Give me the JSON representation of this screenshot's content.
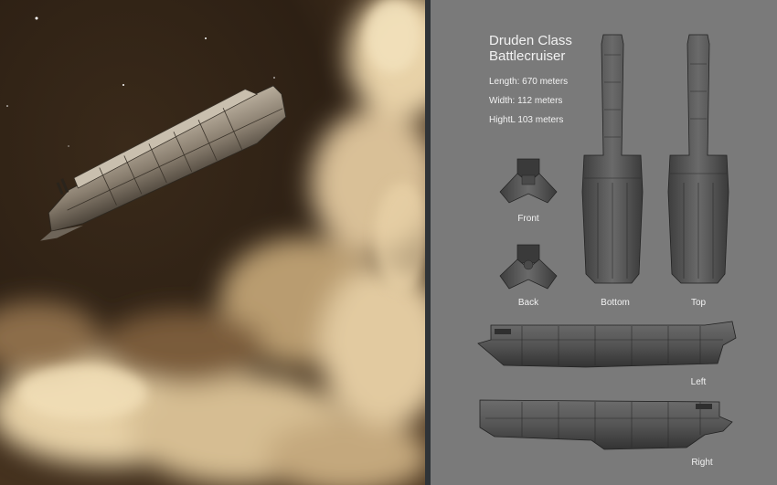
{
  "spec_sheet": {
    "title_line1": "Druden Class",
    "title_line2": "Battlecruiser",
    "length": "Length: 670 meters",
    "width": "Width: 112 meters",
    "height": "HightL 103 meters",
    "view_labels": {
      "front": "Front",
      "back": "Back",
      "bottom": "Bottom",
      "top": "Top",
      "left": "Left",
      "right": "Right"
    }
  },
  "colors": {
    "space": "#2b1e12",
    "nebula": "#d8c19a",
    "sheet_background": "#7a7a7a",
    "divider": "#2f3337",
    "hull": "#5a5a5a"
  }
}
